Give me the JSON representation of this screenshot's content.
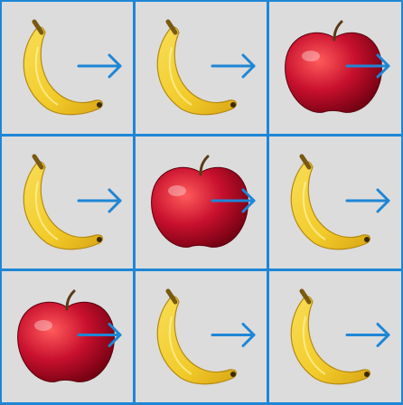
{
  "puzzle": {
    "rows": 3,
    "cols": 3,
    "cells": [
      [
        "banana",
        "banana",
        "apple"
      ],
      [
        "banana",
        "apple",
        "banana"
      ],
      [
        "apple",
        "banana",
        "banana"
      ]
    ],
    "arrow_direction": "right",
    "colors": {
      "grid_line": "#1e86d6",
      "cell_background": "#dcdcdc",
      "arrow": "#1e86d6",
      "banana": "#f2cb2a",
      "apple": "#c8102e"
    }
  }
}
